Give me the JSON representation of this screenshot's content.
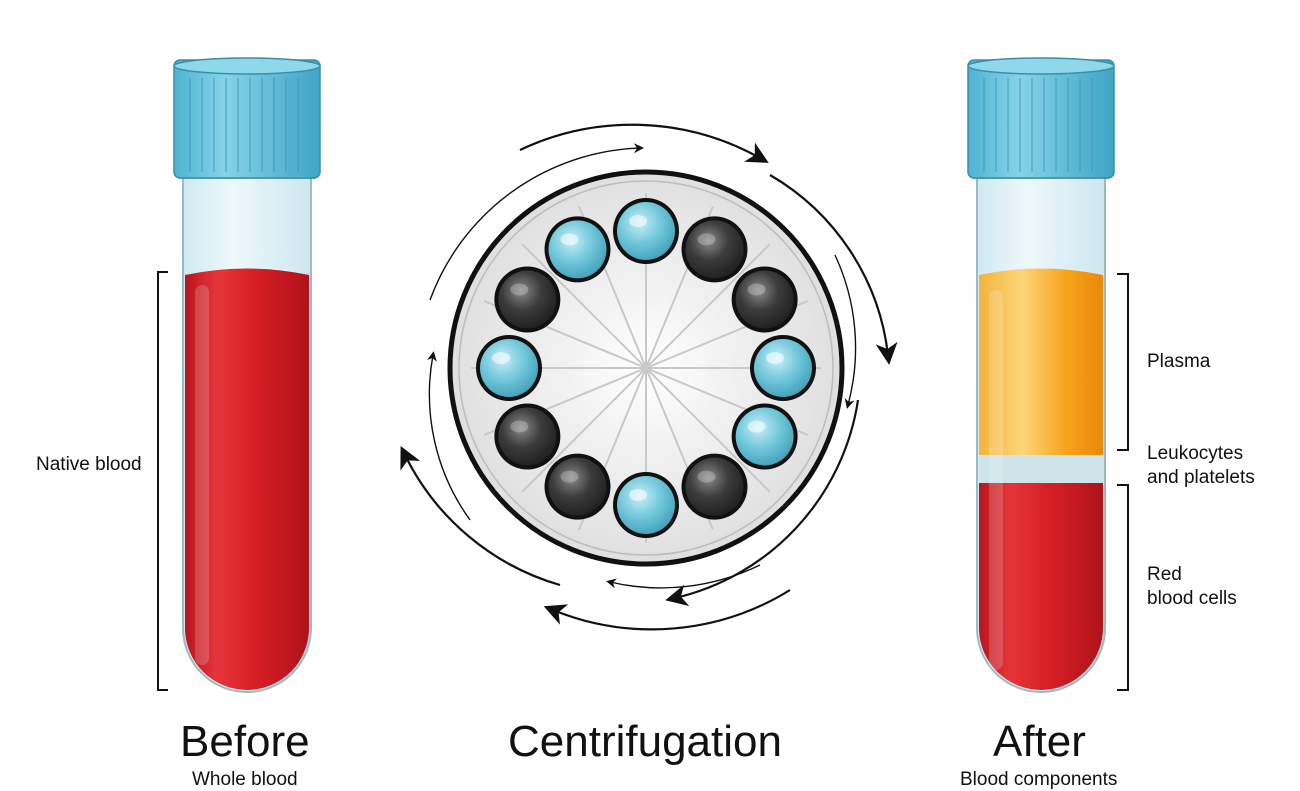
{
  "before": {
    "title": "Before",
    "subtitle": "Whole blood",
    "bracket_label": "Native blood"
  },
  "center": {
    "title": "Centrifugation"
  },
  "after": {
    "title": "After",
    "subtitle": "Blood components",
    "layers": {
      "plasma": "Plasma",
      "buffy_line1": "Leukocytes",
      "buffy_line2": "and platelets",
      "rbc_line1": "Red",
      "rbc_line2": "blood cells"
    }
  },
  "colors": {
    "cap": "#66c5e0",
    "blood": "#d81f26",
    "plasma": "#f6a517",
    "buffy": "#c8dfe6",
    "tube_glass": "#dff1f7",
    "rotor": "#ececec",
    "empty_slot": "#3a3a3a",
    "filled_slot": "#72c9dc"
  }
}
